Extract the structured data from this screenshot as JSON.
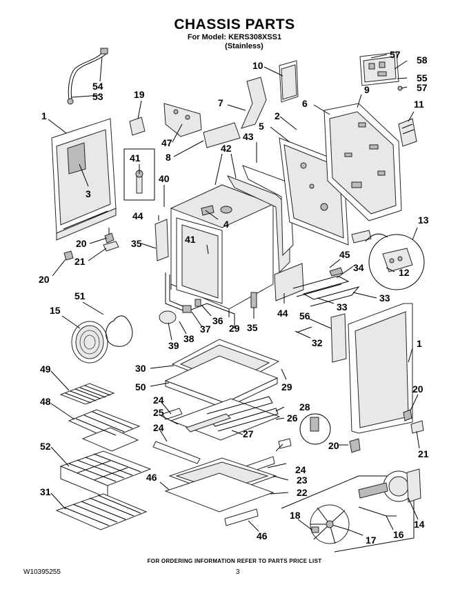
{
  "header": {
    "title": "CHASSIS PARTS",
    "model_line": "For Model: KERS308XSS1",
    "variant_line": "(Stainless)"
  },
  "callouts": [
    "1",
    "2",
    "3",
    "4",
    "5",
    "6",
    "7",
    "8",
    "9",
    "10",
    "11",
    "12",
    "13",
    "14",
    "15",
    "16",
    "17",
    "18",
    "19",
    "20",
    "21",
    "22",
    "23",
    "24",
    "25",
    "26",
    "27",
    "28",
    "29",
    "30",
    "31",
    "32",
    "33",
    "34",
    "35",
    "36",
    "37",
    "38",
    "39",
    "40",
    "41",
    "42",
    "43",
    "44",
    "45",
    "46",
    "47",
    "48",
    "49",
    "50",
    "51",
    "52",
    "53",
    "54",
    "55",
    "56",
    "57",
    "58"
  ],
  "footer": {
    "ordering_note": "FOR ORDERING INFORMATION REFER TO PARTS PRICE LIST",
    "doc_number": "W10395255",
    "page_number": "3"
  }
}
